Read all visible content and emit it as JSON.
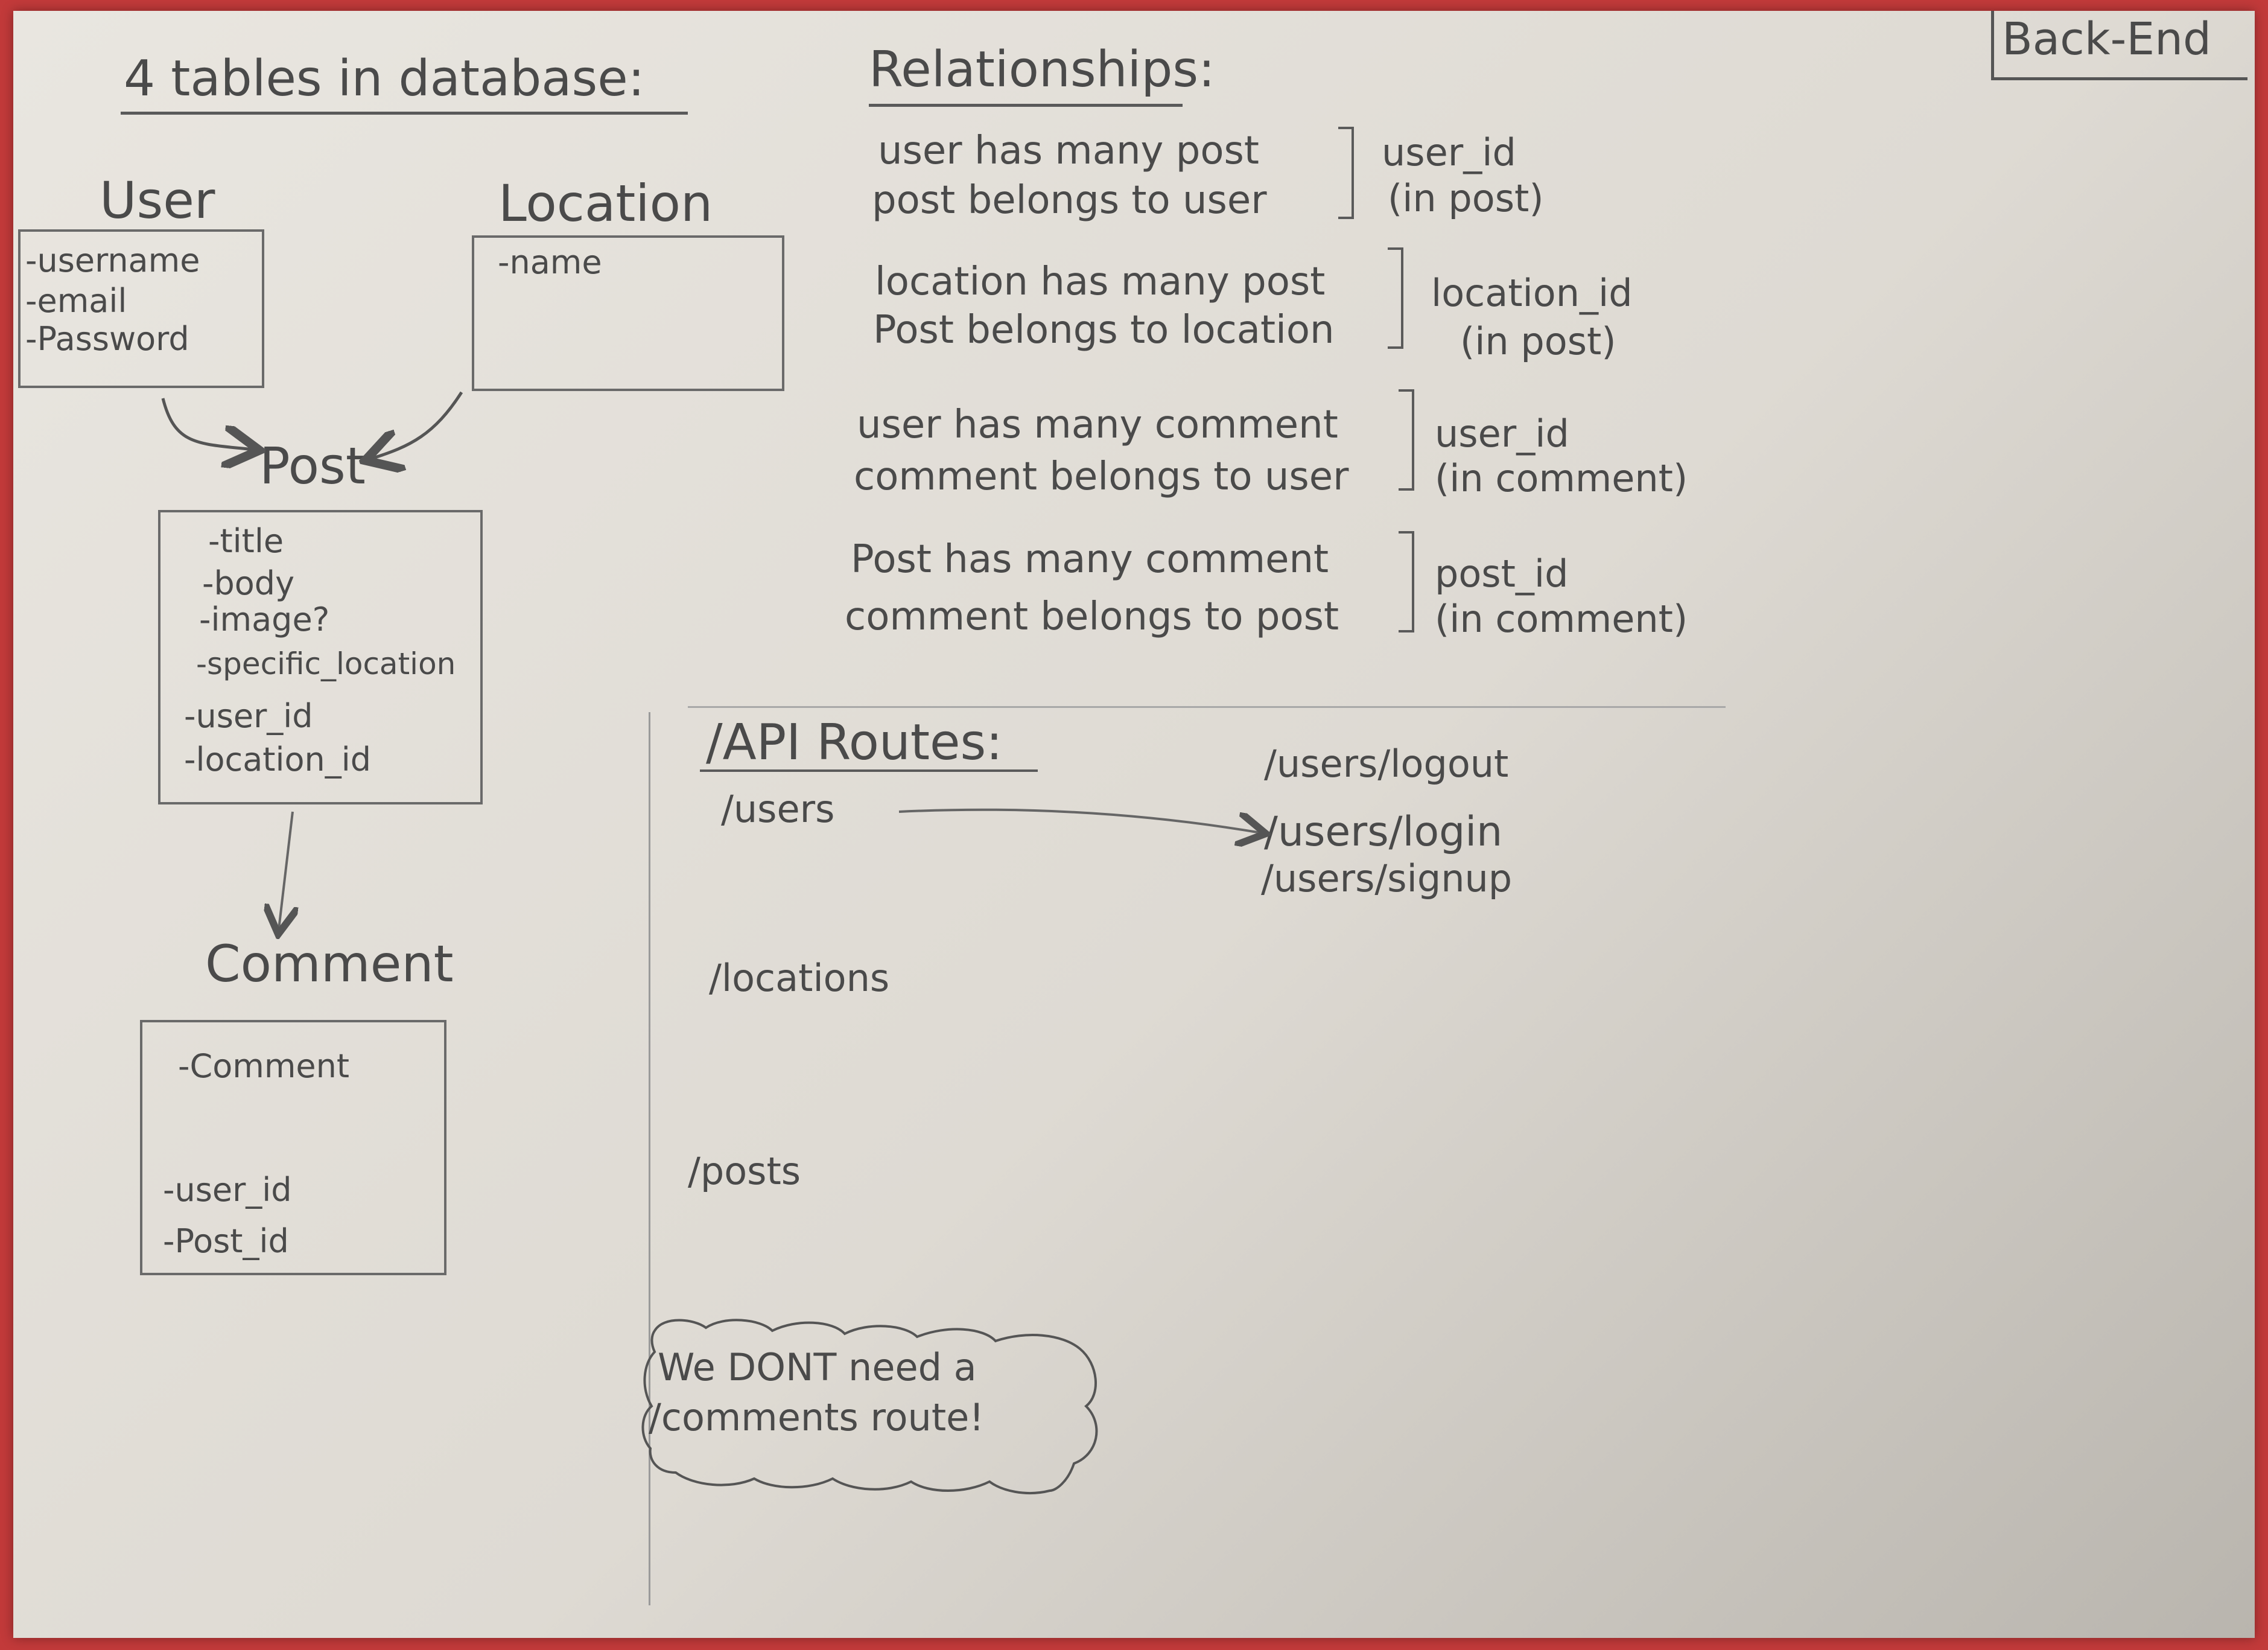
{
  "db": {
    "heading": "4 tables in database:",
    "user": {
      "title": "User",
      "fields": [
        "-username",
        "-email",
        "-Password"
      ]
    },
    "location": {
      "title": "Location",
      "fields": [
        "-name"
      ]
    },
    "post": {
      "title": "Post",
      "fields": [
        "-title",
        "-body",
        "-image?",
        "-specific_location",
        "-user_id",
        "-location_id"
      ]
    },
    "comment": {
      "title": "Comment",
      "fields": [
        "-Comment",
        "-user_id",
        "-Post_id"
      ]
    }
  },
  "relationships": {
    "heading": "Relationships:",
    "groups": [
      {
        "lines": [
          "user has many post",
          "post belongs to user"
        ],
        "fk": [
          "user_id",
          "(in post)"
        ]
      },
      {
        "lines": [
          "location has many post",
          "Post belongs to location"
        ],
        "fk": [
          "location_id",
          "(in post)"
        ]
      },
      {
        "lines": [
          "user has many comment",
          "comment belongs to user"
        ],
        "fk": [
          "user_id",
          "(in comment)"
        ]
      },
      {
        "lines": [
          "Post has many comment",
          "comment belongs to post"
        ],
        "fk": [
          "post_id",
          "(in comment)"
        ]
      }
    ]
  },
  "api": {
    "heading": "/API Routes:",
    "users": "/users",
    "user_routes": [
      "/users/logout",
      "/users/login",
      "/users/signup"
    ],
    "locations": "/locations",
    "posts": "/posts",
    "note_line1": "We DONT need a",
    "note_line2": "/comments route!"
  },
  "badge": "Back-End"
}
